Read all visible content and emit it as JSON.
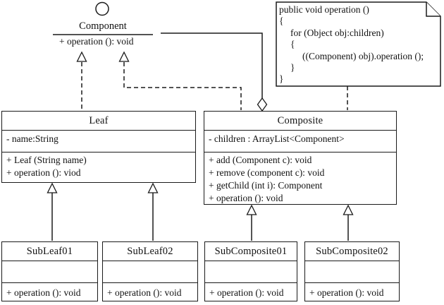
{
  "colors": {
    "line": "#1a1a1a",
    "background": "#ffffff",
    "text": "#111111"
  },
  "interface": {
    "name": "Component",
    "operation": "+ operation (): void"
  },
  "note": {
    "lines": [
      "public void operation ()",
      "{",
      "for (Object obj:children)",
      "{",
      "((Component) obj).operation ();",
      "}",
      "}"
    ]
  },
  "classes": {
    "leaf": {
      "name": "Leaf",
      "attributes": [
        "- name:String"
      ],
      "methods": [
        "+ Leaf (String name)",
        "+ operation (): viod"
      ]
    },
    "composite": {
      "name": "Composite",
      "attributes": [
        "- children : ArrayList<Component>"
      ],
      "methods": [
        "+ add (Component c): void",
        "+ remove (component c): void",
        "+ getChild (int i): Component",
        "+ operation (): void"
      ]
    },
    "subleaf01": {
      "name": "SubLeaf01",
      "attributes": [],
      "methods": [
        "+ operation (): void"
      ]
    },
    "subleaf02": {
      "name": "SubLeaf02",
      "attributes": [],
      "methods": [
        "+ operation (): void"
      ]
    },
    "subcomposite01": {
      "name": "SubComposite01",
      "attributes": [],
      "methods": [
        "+ operation (): void"
      ]
    },
    "subcomposite02": {
      "name": "SubComposite02",
      "attributes": [],
      "methods": [
        "+ operation (): void"
      ]
    }
  },
  "relationships": [
    {
      "from": "Leaf",
      "to": "Component",
      "type": "realization"
    },
    {
      "from": "Composite",
      "to": "Component",
      "type": "realization"
    },
    {
      "from": "Composite",
      "to": "Component",
      "type": "aggregation"
    },
    {
      "from": "note",
      "to": "Composite",
      "type": "anchor"
    },
    {
      "from": "SubLeaf01",
      "to": "Leaf",
      "type": "generalization"
    },
    {
      "from": "SubLeaf02",
      "to": "Leaf",
      "type": "generalization"
    },
    {
      "from": "SubComposite01",
      "to": "Composite",
      "type": "generalization"
    },
    {
      "from": "SubComposite02",
      "to": "Composite",
      "type": "generalization"
    }
  ]
}
